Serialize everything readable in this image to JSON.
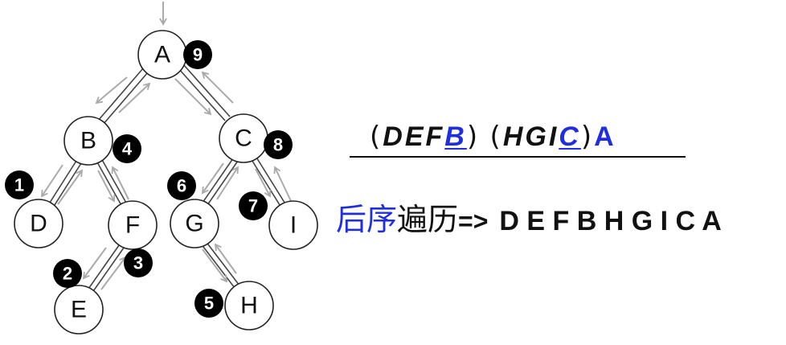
{
  "tree": {
    "nodes": [
      {
        "id": "A",
        "label": "A",
        "order": "9"
      },
      {
        "id": "B",
        "label": "B",
        "order": "4"
      },
      {
        "id": "C",
        "label": "C",
        "order": "8"
      },
      {
        "id": "D",
        "label": "D",
        "order": "1"
      },
      {
        "id": "F",
        "label": "F",
        "order": "3"
      },
      {
        "id": "G",
        "label": "G",
        "order": "6"
      },
      {
        "id": "I",
        "label": "I",
        "order": "7"
      },
      {
        "id": "E",
        "label": "E",
        "order": "2"
      },
      {
        "id": "H",
        "label": "H",
        "order": "5"
      }
    ],
    "edges": [
      [
        "A",
        "B"
      ],
      [
        "A",
        "C"
      ],
      [
        "B",
        "D"
      ],
      [
        "B",
        "F"
      ],
      [
        "F",
        "E"
      ],
      [
        "C",
        "G"
      ],
      [
        "C",
        "I"
      ],
      [
        "G",
        "H"
      ]
    ]
  },
  "formula": {
    "left_open": "(",
    "left_seq": "DEF",
    "left_root": "B",
    "left_close": ")",
    "right_open": "(",
    "right_seq": "HGI",
    "right_root": "C",
    "right_close": ")",
    "root": "A",
    "colors": {
      "highlight": "#1f2fe0",
      "text": "#111111"
    }
  },
  "result": {
    "label_blue": "后序",
    "label_black": "遍历",
    "arrow": "=>",
    "sequence": "D E F B H G I C A"
  }
}
